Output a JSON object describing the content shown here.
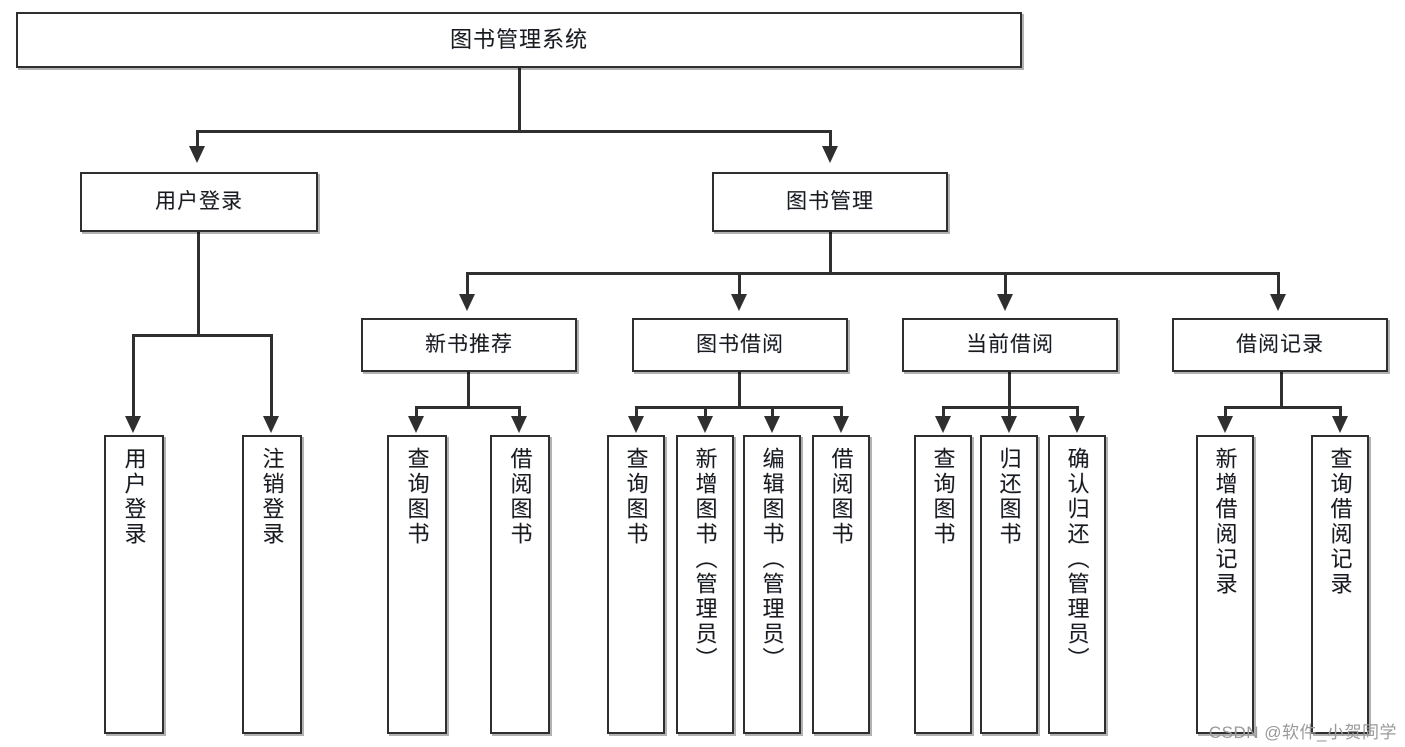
{
  "diagram": {
    "type": "tree",
    "title": "图书管理系统",
    "watermark": "CSDN @软件_小贺同学",
    "colors": {
      "background": "#ffffff",
      "box_fill": "#ffffff",
      "box_border": "#2f2f2f",
      "connector": "#2f2f2f",
      "text": "#1a1a1a",
      "watermark": "#9a9a9a"
    },
    "root": {
      "label": "图书管理系统"
    },
    "level1": [
      {
        "label": "用户登录"
      },
      {
        "label": "图书管理"
      }
    ],
    "level2": [
      {
        "label": "新书推荐"
      },
      {
        "label": "图书借阅"
      },
      {
        "label": "当前借阅"
      },
      {
        "label": "借阅记录"
      }
    ],
    "leaves": {
      "user_login": [
        {
          "label": "用户登录"
        },
        {
          "label": "注销登录"
        }
      ],
      "new_book_recommend": [
        {
          "label": "查询图书"
        },
        {
          "label": "借阅图书"
        }
      ],
      "book_borrow": [
        {
          "label": "查询图书"
        },
        {
          "label": "新增图书（管理员）"
        },
        {
          "label": "编辑图书（管理员）"
        },
        {
          "label": "借阅图书"
        }
      ],
      "current_borrow": [
        {
          "label": "查询图书"
        },
        {
          "label": "归还图书"
        },
        {
          "label": "确认归还（管理员）"
        }
      ],
      "borrow_record": [
        {
          "label": "新增借阅记录"
        },
        {
          "label": "查询借阅记录"
        }
      ]
    }
  }
}
